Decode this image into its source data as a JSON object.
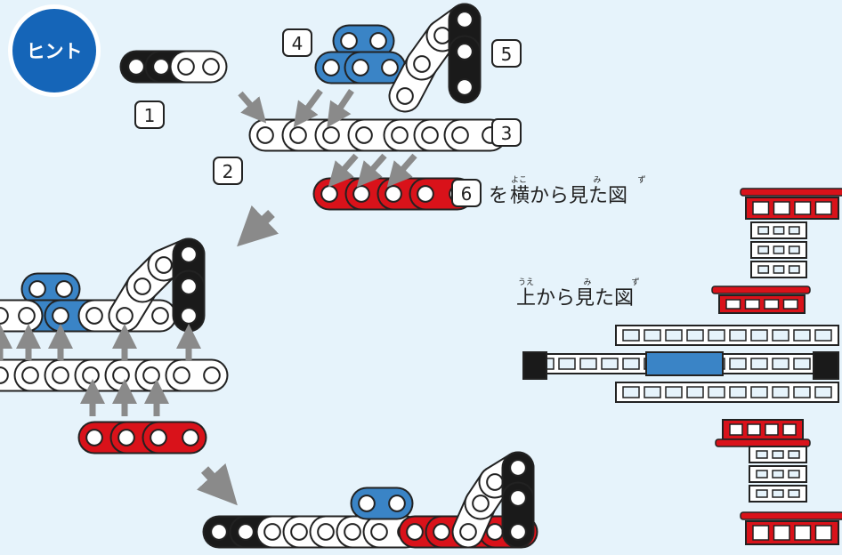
{
  "hint_badge": "ヒント",
  "step_labels": [
    "1",
    "2",
    "3",
    "4",
    "5",
    "6"
  ],
  "side_caption": {
    "prefix": "を",
    "text": "横から見た図",
    "ruby": [
      "よこ",
      "み",
      "ず"
    ]
  },
  "top_caption": {
    "text": "上から見た図",
    "ruby": [
      "うえ",
      "み",
      "ず"
    ]
  },
  "colors": {
    "background": "#e6f3fb",
    "badge_blue": "#1565b8",
    "link_black": "#1a1a1a",
    "link_blue": "#3a84c6",
    "link_red": "#d9121a",
    "arrow_gray": "#8a8a8a"
  }
}
